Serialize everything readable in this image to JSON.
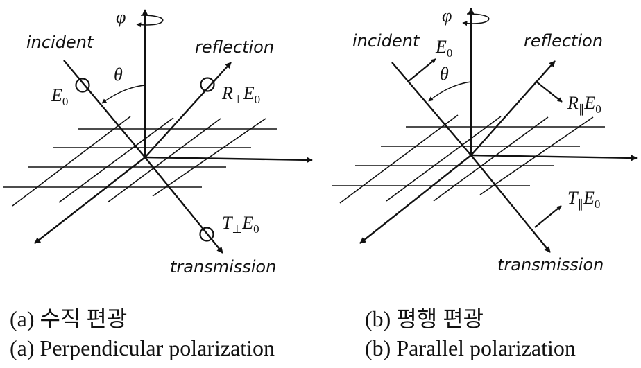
{
  "panel_a": {
    "phi": "φ",
    "theta": "θ",
    "incident": "incident",
    "reflection": "reflection",
    "transmission": "transmission",
    "incident_field": {
      "main": "E",
      "sub": "0"
    },
    "reflected_field": {
      "main": "R",
      "sub": "⊥",
      "main2": "E",
      "sub2": "0"
    },
    "transmitted_field": {
      "main": "T",
      "sub": "⊥",
      "main2": "E",
      "sub2": "0"
    }
  },
  "panel_b": {
    "phi": "φ",
    "theta": "θ",
    "incident": "incident",
    "reflection": "reflection",
    "transmission": "transmission",
    "incident_field": {
      "main": "E",
      "sub": "0"
    },
    "reflected_field": {
      "main": "R",
      "sub": "∥",
      "main2": "E",
      "sub2": "0"
    },
    "transmitted_field": {
      "main": "T",
      "sub": "∥",
      "main2": "E",
      "sub2": "0"
    }
  },
  "captions": {
    "a_korean": "(a) 수직 편광",
    "a_english": "(a) Perpendicular polarization",
    "b_korean": "(b) 평행 편광",
    "b_english": "(b) Parallel polarization"
  }
}
